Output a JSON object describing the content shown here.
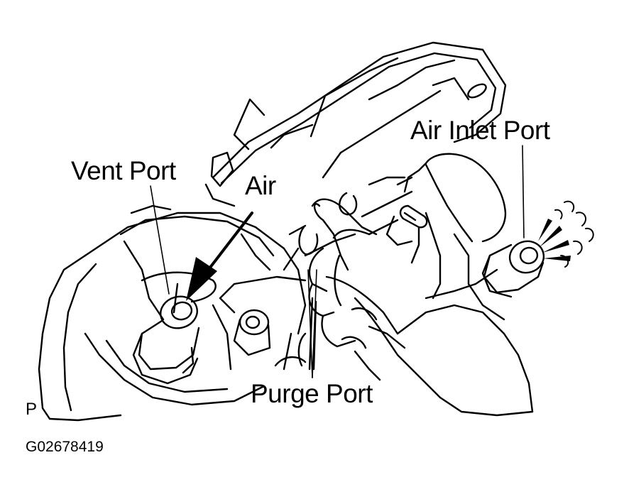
{
  "labels": {
    "vent_port": "Vent Port",
    "air": "Air",
    "air_inlet_port": "Air Inlet Port",
    "purge_port": "Purge Port",
    "p_mark": "P",
    "figure_code": "G02678419"
  },
  "colors": {
    "ink": "#000000",
    "paper": "#ffffff"
  }
}
